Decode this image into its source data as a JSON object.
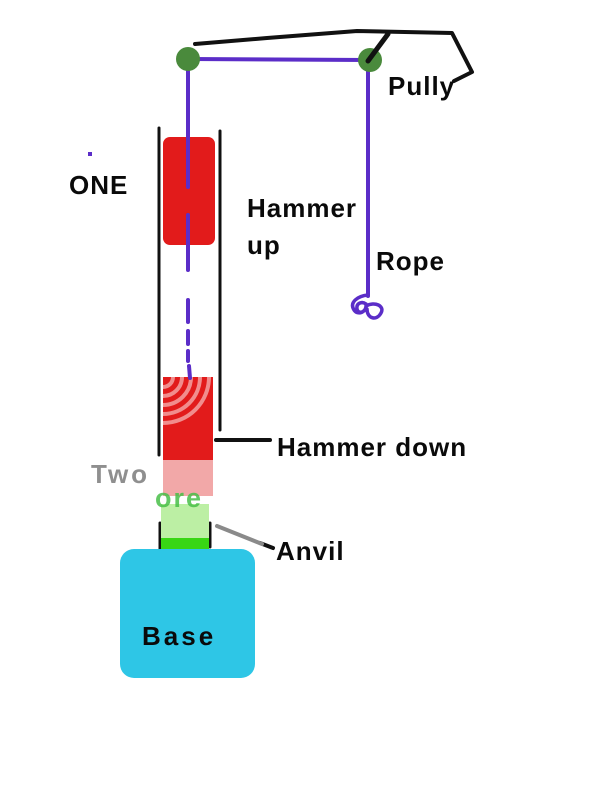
{
  "diagram": {
    "description": "hand-drawn drop-hammer and pulley mechanism sketch",
    "labels": {
      "one": "ONE",
      "pulley": "Pully",
      "hammer_up": "Hammer up",
      "rope": "Rope",
      "hammer_down": "Hammer down",
      "two": "Two",
      "anvil": "Anvil",
      "base": "Base",
      "watermark_fragment": "ore"
    },
    "colors": {
      "hammer_red": "#e21b1b",
      "hammer_ghost_pink": "#f2a8a8",
      "anvil_light_green": "#bcefa4",
      "anvil_green": "#38d614",
      "base_cyan": "#2ec6e6",
      "rope_purple": "#5b2dc8",
      "pulley_green": "#4a8a3c",
      "line_black": "#111111",
      "two_gray": "#8f8f8f",
      "anvil_leader_gray": "#8a8a8a",
      "watermark_arc_white": "rgba(255,255,255,0.5)"
    }
  }
}
